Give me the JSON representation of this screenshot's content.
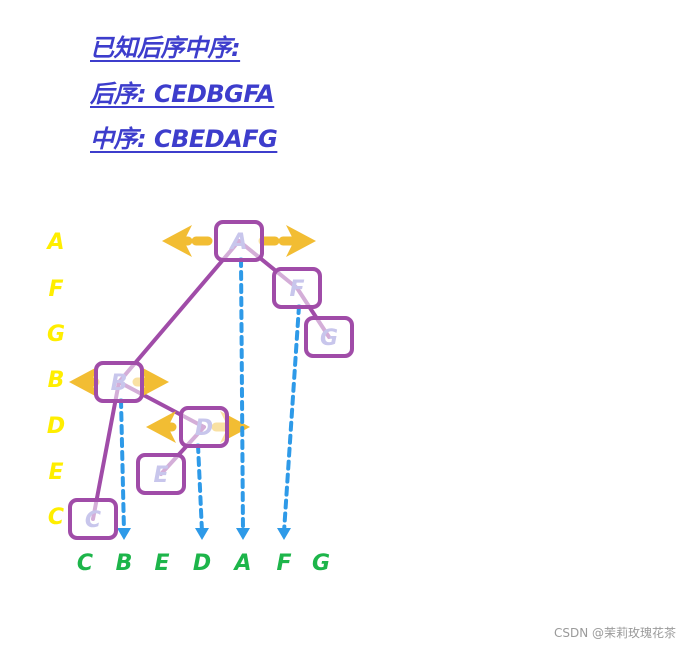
{
  "heading": {
    "line1": "已知后序中序:",
    "line2": "后序: CEDBGFA",
    "line3": "中序: CBEDAFG"
  },
  "colors": {
    "heading": "#3d3dcc",
    "rank": "#ffee00",
    "inorder": "#1db54a",
    "node_border": "#a04ca8",
    "node_text": "#c8c6ec",
    "arrow": "#2e9ae8",
    "lr": "#f2bd33"
  },
  "rank_labels": [
    "A",
    "F",
    "G",
    "B",
    "D",
    "E",
    "C"
  ],
  "inorder_labels": [
    "C",
    "B",
    "E",
    "D",
    "A",
    "F",
    "G"
  ],
  "nodes": [
    "A",
    "F",
    "G",
    "B",
    "D",
    "E",
    "C"
  ],
  "edges": [
    [
      "A",
      "B"
    ],
    [
      "A",
      "F"
    ],
    [
      "F",
      "G"
    ],
    [
      "B",
      "D"
    ],
    [
      "B",
      "C"
    ],
    [
      "D",
      "E"
    ]
  ],
  "watermark": "CSDN @茉莉玫瑰花茶"
}
